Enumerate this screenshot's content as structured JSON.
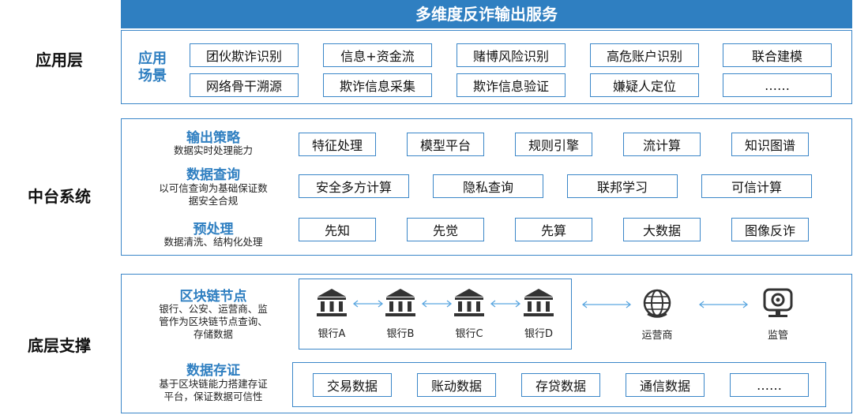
{
  "title": "多维度反诈输出服务",
  "layers": {
    "app": "应用层",
    "mid": "中台系统",
    "base": "底层支撑"
  },
  "app_section": {
    "label_line1": "应用",
    "label_line2": "场景",
    "row1": [
      "团伙欺诈识别",
      "信息+资金流",
      "赌博风险识别",
      "高危账户识别",
      "联合建模"
    ],
    "row2": [
      "网络骨干溯源",
      "欺诈信息采集",
      "欺诈信息验证",
      "嫌疑人定位",
      "……"
    ]
  },
  "mid_section": {
    "strategy": {
      "title": "输出策略",
      "desc": "数据实时处理能力"
    },
    "query": {
      "title": "数据查询",
      "desc_line1": "以可信查询为基础保证数",
      "desc_line2": "据安全合规"
    },
    "preprocess": {
      "title": "预处理",
      "desc": "数据清洗、结构化处理"
    },
    "row1": [
      "特征处理",
      "模型平台",
      "规则引擎",
      "流计算",
      "知识图谱"
    ],
    "row2": [
      "安全多方计算",
      "隐私查询",
      "联邦学习",
      "可信计算"
    ],
    "row3": [
      "先知",
      "先觉",
      "先算",
      "大数据",
      "图像反诈"
    ]
  },
  "base_section": {
    "blockchain": {
      "title": "区块链节点",
      "desc_line1": "银行、公安、运营商、监",
      "desc_line2": "管作为区块链节点查询、",
      "desc_line3": "存储数据"
    },
    "nodes": [
      "银行A",
      "银行B",
      "银行C",
      "银行D"
    ],
    "operator": "运营商",
    "regulator": "监管",
    "storage": {
      "title": "数据存证",
      "desc_line1": "基于区块链能力搭建存证",
      "desc_line2": "平台，保证数据可信性"
    },
    "data_boxes": [
      "交易数据",
      "账动数据",
      "存贷数据",
      "通信数据",
      "……"
    ]
  },
  "colors": {
    "primary": "#2f7fc1",
    "border": "#3a86c8",
    "arrow": "#5aa6e0"
  },
  "icons": {
    "bank": "bank-icon",
    "operator": "globe-signal-icon",
    "regulator": "camera-monitor-icon"
  }
}
